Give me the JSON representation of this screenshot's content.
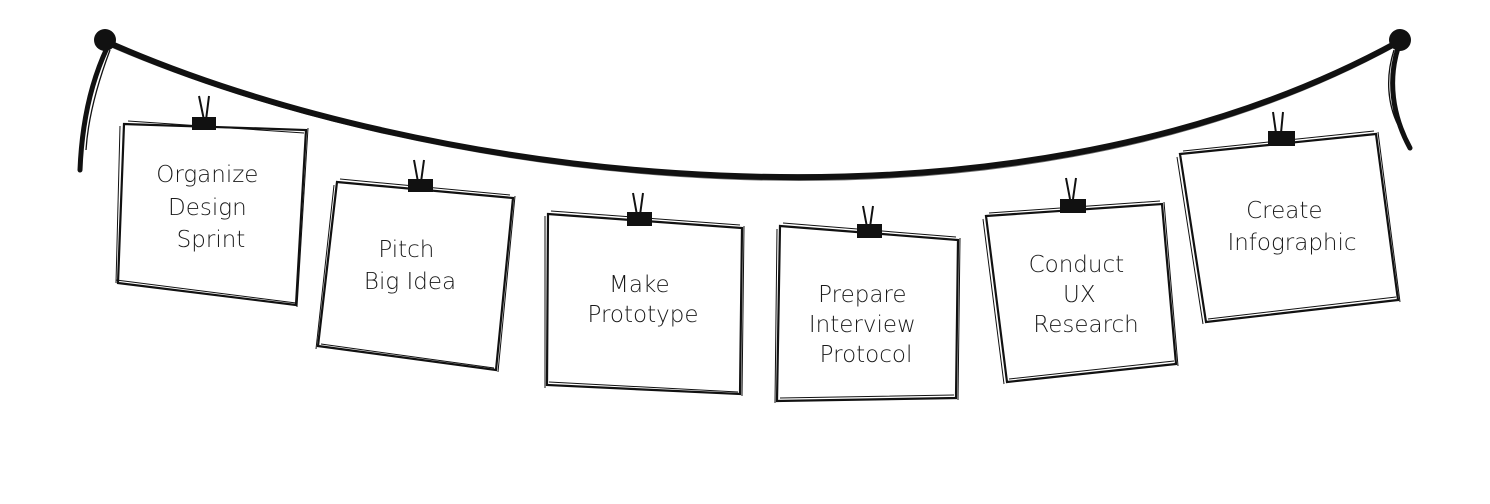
{
  "colors": {
    "ink": "#111111",
    "paper": "#ffffff",
    "text": "#1a1a1a"
  },
  "cards": [
    {
      "lines": [
        "Organize",
        "Design",
        "Sprint"
      ]
    },
    {
      "lines": [
        "Pitch",
        "Big Idea"
      ]
    },
    {
      "lines": [
        "Make",
        "Prototype"
      ]
    },
    {
      "lines": [
        "Prepare",
        "Interview",
        "Protocol"
      ]
    },
    {
      "lines": [
        "Conduct",
        "UX",
        "Research"
      ]
    },
    {
      "lines": [
        "Create",
        "Infographic"
      ]
    }
  ]
}
